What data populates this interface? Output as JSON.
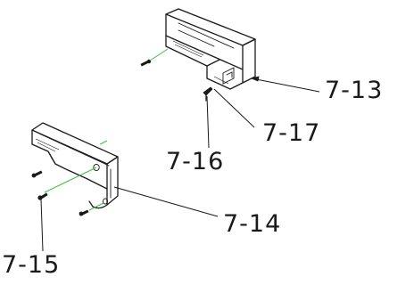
{
  "labels": {
    "part_7_13": "7-13",
    "part_7_14": "7-14",
    "part_7_15": "7-15",
    "part_7_16": "7-16",
    "part_7_17": "7-17"
  },
  "colors": {
    "line": "#1a1a1a",
    "assembly_axis": "#3fbf3f",
    "background": "#ffffff"
  }
}
